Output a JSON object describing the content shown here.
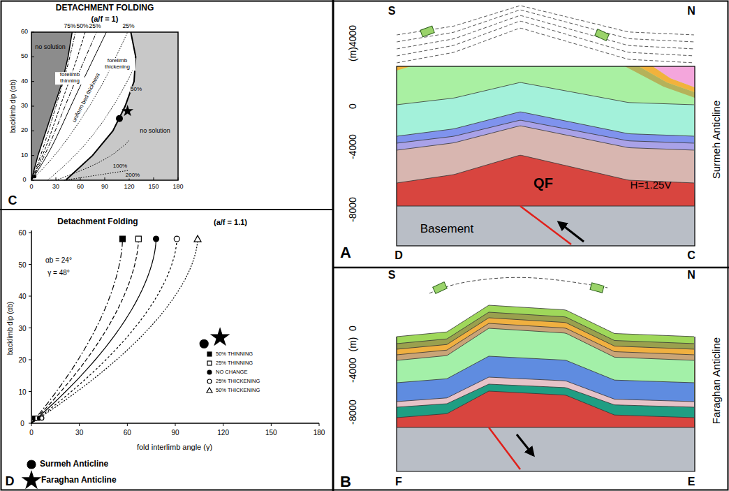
{
  "diagram": {
    "labels": [
      "DETACHMENT FOLDING",
      "(a/f = 1)",
      "backlimb dip (αb)",
      "0",
      "10",
      "20",
      "30",
      "40",
      "50",
      "60",
      "0",
      "30",
      "60",
      "90",
      "120",
      "150",
      "180",
      "no solution",
      "75%",
      "50%",
      "25%",
      "25%",
      "forelimb thinning",
      "uniform bed thickness",
      "forelimb thickening",
      "50%",
      "no solution",
      "100%",
      "200%",
      "C",
      "Detachment Folding",
      "(a/f = 1.1)",
      "backlimb dip (αb)",
      "0",
      "10",
      "20",
      "30",
      "40",
      "50",
      "60",
      "0",
      "30",
      "60",
      "90",
      "120",
      "150",
      "180",
      "αb = 24°",
      "γ = 48°",
      "fold interlimb angle (γ)",
      "D",
      "S",
      "N",
      "(m)4000",
      "0",
      "-4000",
      "-8000",
      "QF",
      "H=1.25V",
      "Basement",
      "D",
      "C",
      "A",
      "Surmeh Anticline",
      "S",
      "N",
      "0",
      "(m)",
      "-4000",
      "-8000",
      "F",
      "E",
      "B",
      "Faraghan Anticline"
    ],
    "legend": [
      {
        "text": "50% THINNING"
      },
      {
        "text": "25% THINNING"
      },
      {
        "text": "NO CHANGE"
      },
      {
        "text": "25% THICKENING"
      },
      {
        "text": "50% THICKENING"
      },
      {
        "text": "Surmeh Anticline"
      },
      {
        "text": "Faraghan Anticline"
      }
    ]
  }
}
